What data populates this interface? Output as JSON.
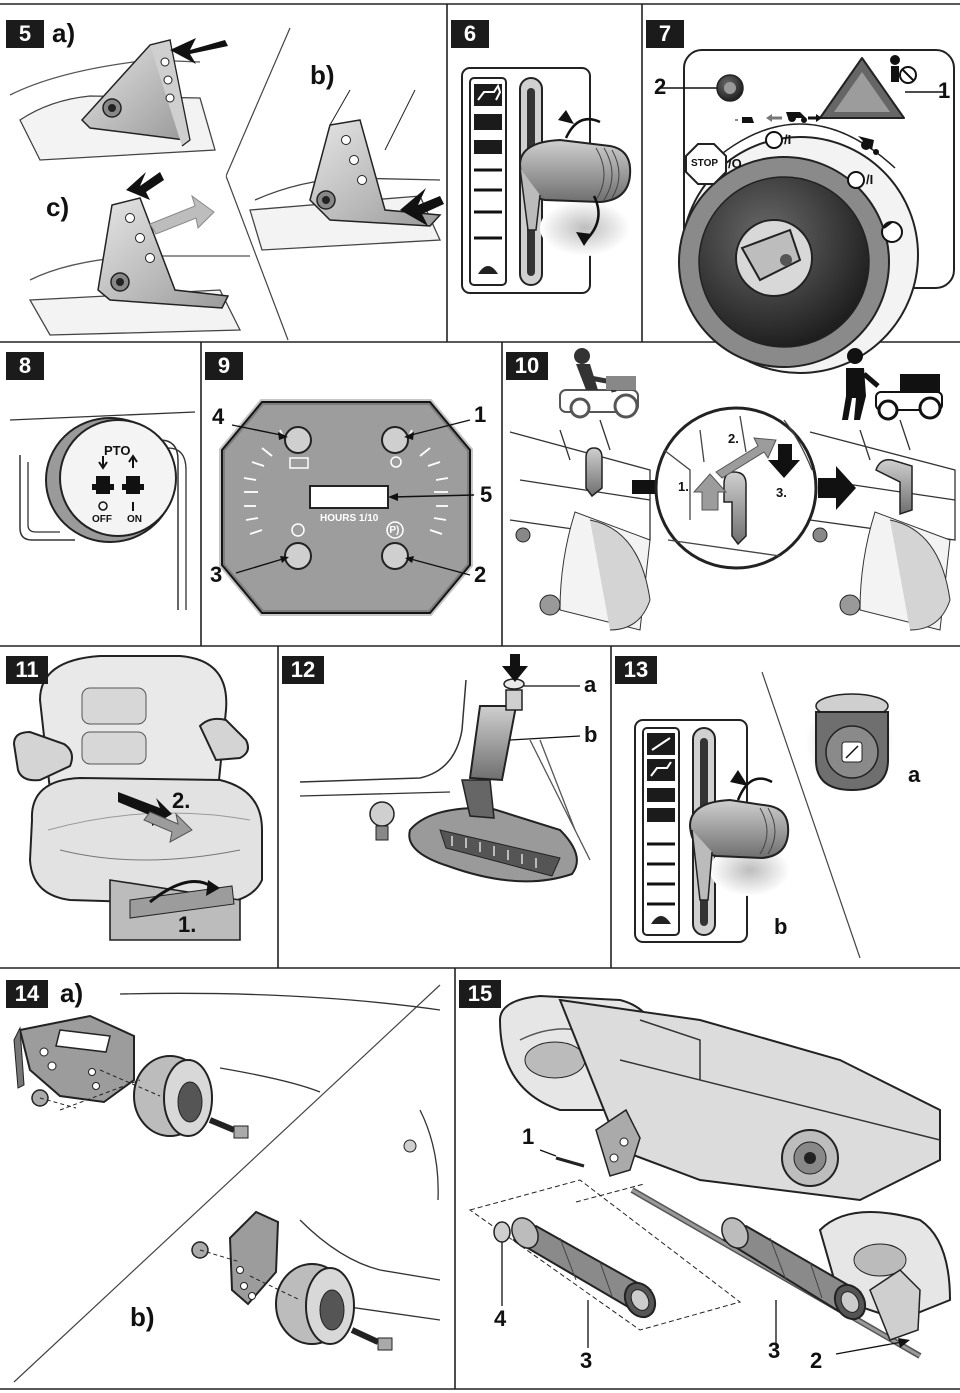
{
  "panels": [
    {
      "id": "5",
      "sub": [
        "a)",
        "b)",
        "c)"
      ]
    },
    {
      "id": "6"
    },
    {
      "id": "7",
      "callouts": [
        "1",
        "2"
      ]
    },
    {
      "id": "8",
      "pto_title": "PTO",
      "off_symbol": "O",
      "off_label": "OFF",
      "on_symbol": "I",
      "on_label": "ON"
    },
    {
      "id": "9",
      "callouts": [
        "1",
        "2",
        "3",
        "4",
        "5"
      ],
      "hours_label": "HOURS 1/10",
      "parking_symbol": "(P)"
    },
    {
      "id": "10",
      "steps": [
        "1.",
        "2.",
        "3."
      ]
    },
    {
      "id": "11",
      "steps": [
        "1.",
        "2."
      ]
    },
    {
      "id": "12",
      "callouts": [
        "a",
        "b"
      ]
    },
    {
      "id": "13",
      "callouts": [
        "a",
        "b"
      ]
    },
    {
      "id": "14",
      "sub": [
        "a)",
        "b)"
      ]
    },
    {
      "id": "15",
      "callouts": [
        "1",
        "2",
        "3",
        "3",
        "4"
      ]
    }
  ],
  "panel7_symbols": {
    "stop": "STOP",
    "off_mark": "/O",
    "on_mark": "/I"
  }
}
